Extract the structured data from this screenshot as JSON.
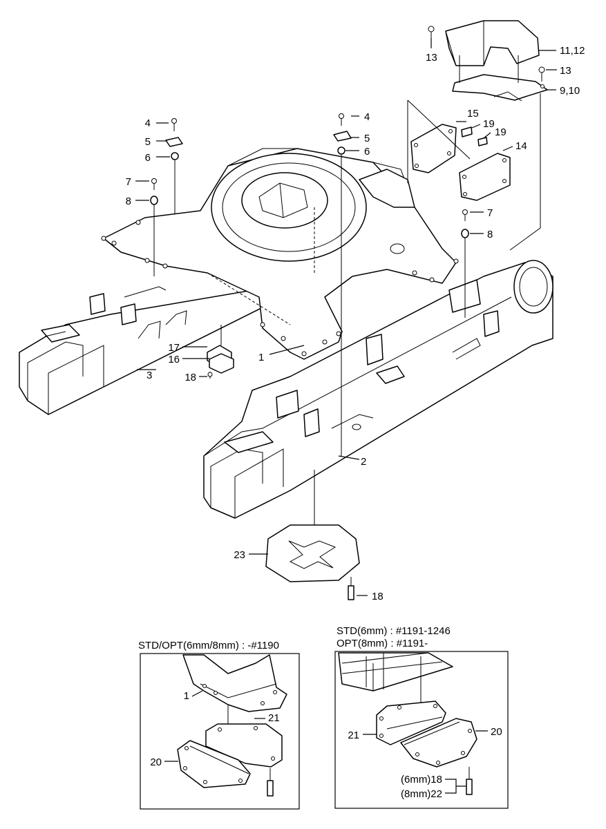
{
  "callouts": {
    "c4a": "4",
    "c5a": "5",
    "c6a": "6",
    "c7a": "7",
    "c8a": "8",
    "c4b": "4",
    "c5b": "5",
    "c6b": "6",
    "c7b": "7",
    "c8b": "8",
    "c13a": "13",
    "c13b": "13",
    "c11_12": "11,12",
    "c9_10": "9,10",
    "c15": "15",
    "c19a": "19",
    "c19b": "19",
    "c14": "14",
    "c17": "17",
    "c16": "16",
    "c18a": "18",
    "c3": "3",
    "c1": "1",
    "c2": "2",
    "c23": "23",
    "c18b": "18"
  },
  "inset_left": {
    "title": "STD/OPT(6mm/8mm) : -#1190",
    "c1": "1",
    "c21": "21",
    "c20": "20"
  },
  "inset_right": {
    "title_line1": "STD(6mm) : #1191-1246",
    "title_line2": "OPT(8mm) : #1191-",
    "c21": "21",
    "c20": "20",
    "c18": "(6mm)18",
    "c22": "(8mm)22"
  }
}
